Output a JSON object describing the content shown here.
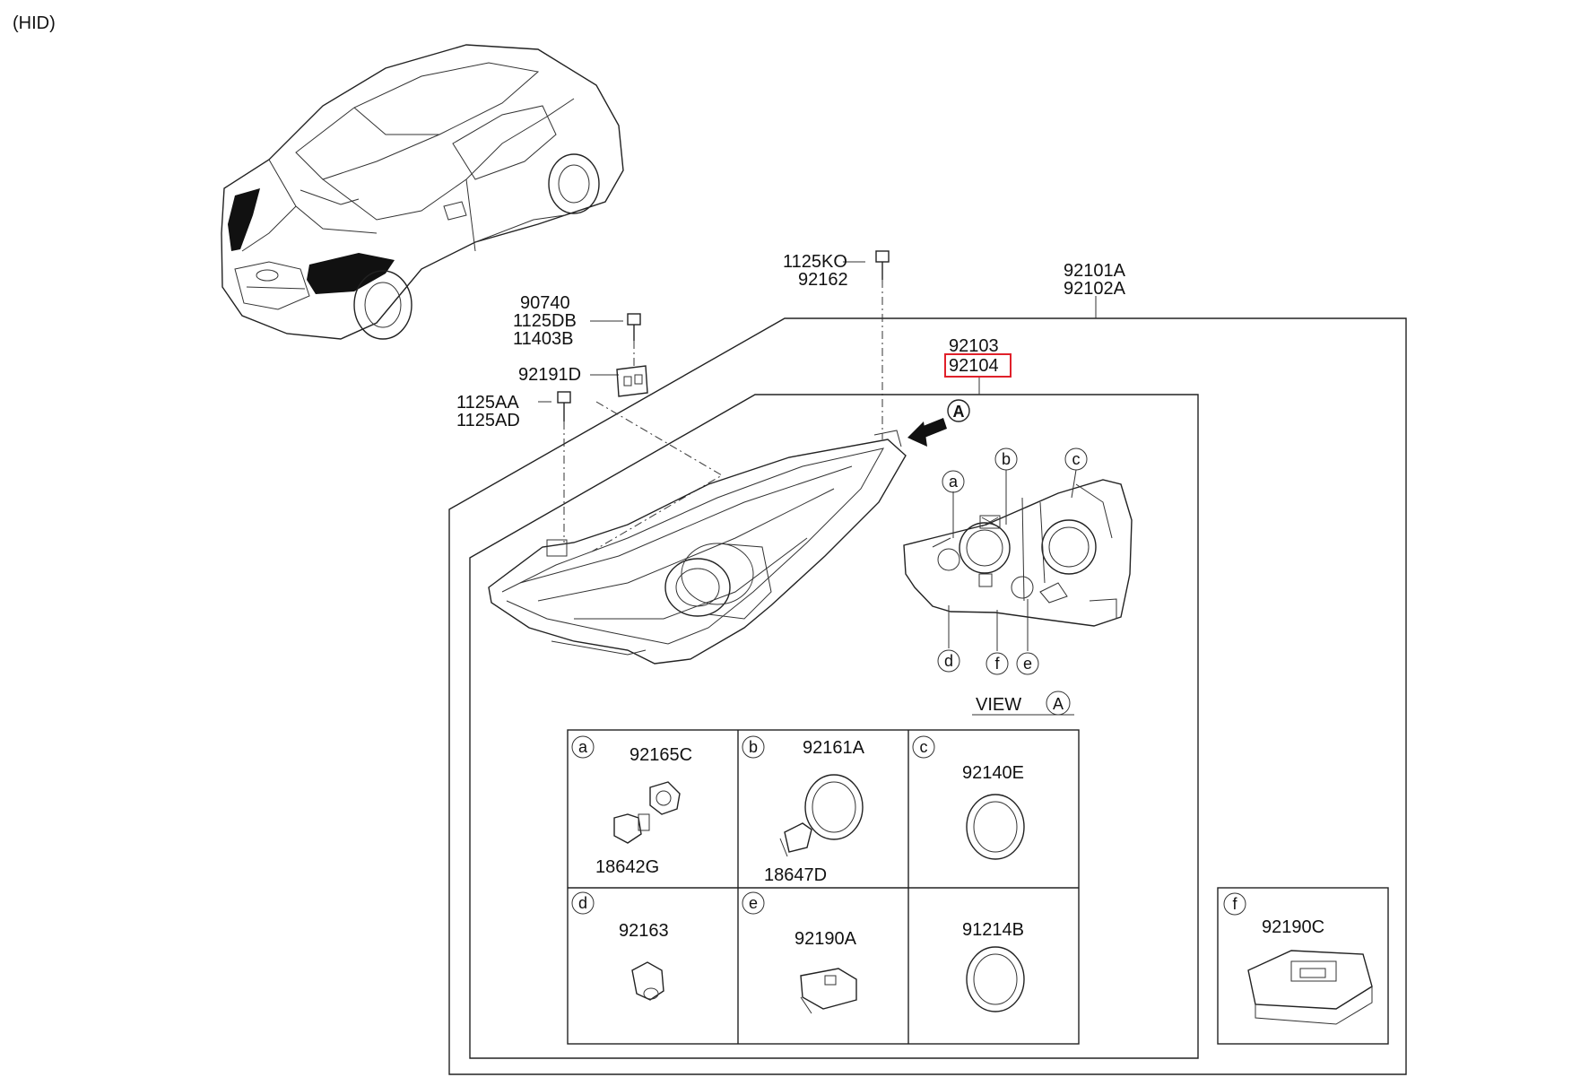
{
  "header": {
    "variant": "(HID)"
  },
  "parts": {
    "p1125KO": "1125KO",
    "p92162": "92162",
    "p92101A": "92101A",
    "p92102A": "92102A",
    "p90740": "90740",
    "p1125DB": "1125DB",
    "p11403B": "11403B",
    "p92191D": "92191D",
    "p1125AA": "1125AA",
    "p1125AD": "1125AD",
    "p92103": "92103",
    "p92104": "92104",
    "p92165C": "92165C",
    "p18642G": "18642G",
    "p92161A": "92161A",
    "p18647D": "18647D",
    "p92140E": "92140E",
    "p92163": "92163",
    "p92190A": "92190A",
    "p91214B": "91214B",
    "p92190C": "92190C"
  },
  "callouts": {
    "a": "a",
    "b": "b",
    "c": "c",
    "d": "d",
    "e": "e",
    "f": "f",
    "A": "A"
  },
  "view_label": "VIEW",
  "highlight_color": "#e0202a"
}
